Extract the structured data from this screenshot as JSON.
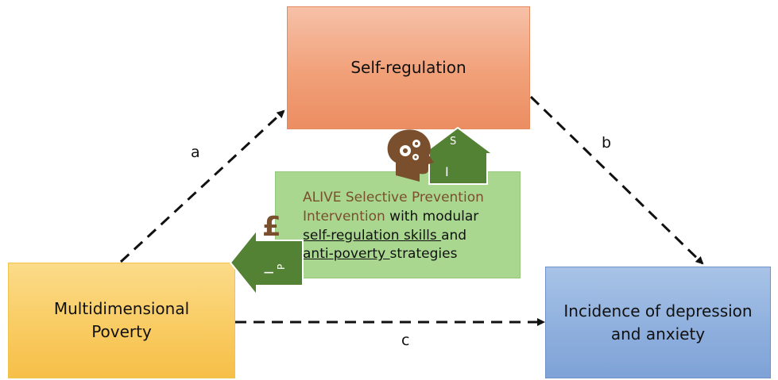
{
  "nodes": {
    "self_regulation": "Self-regulation",
    "poverty_line1": "Multidimensional",
    "poverty_line2": "Poverty",
    "incidence_line1": "Incidence of depression",
    "incidence_line2": "and anxiety"
  },
  "intervention": {
    "name_line1": "ALIVE Selective Prevention",
    "name_line2": "Intervention",
    "text_line2_rest": " with modular",
    "skills": "self-regulation skills ",
    "and": "and",
    "anti_poverty": "anti-poverty ",
    "strategies": "strategies"
  },
  "paths": {
    "a": "a",
    "b": "b",
    "c": "c"
  },
  "markers": {
    "is": "I",
    "is_sub": "S",
    "ip": "I",
    "ip_sub": "P"
  },
  "icons": {
    "pound": "£",
    "head": "head-gears-icon"
  },
  "colors": {
    "arrow_green": "#548235",
    "brown": "#7a4f2d",
    "self_regulation_fill": "#f1a078",
    "poverty_fill": "#f9cc63",
    "incidence_fill": "#8fb0de",
    "intervention_fill": "#a9d78f"
  }
}
